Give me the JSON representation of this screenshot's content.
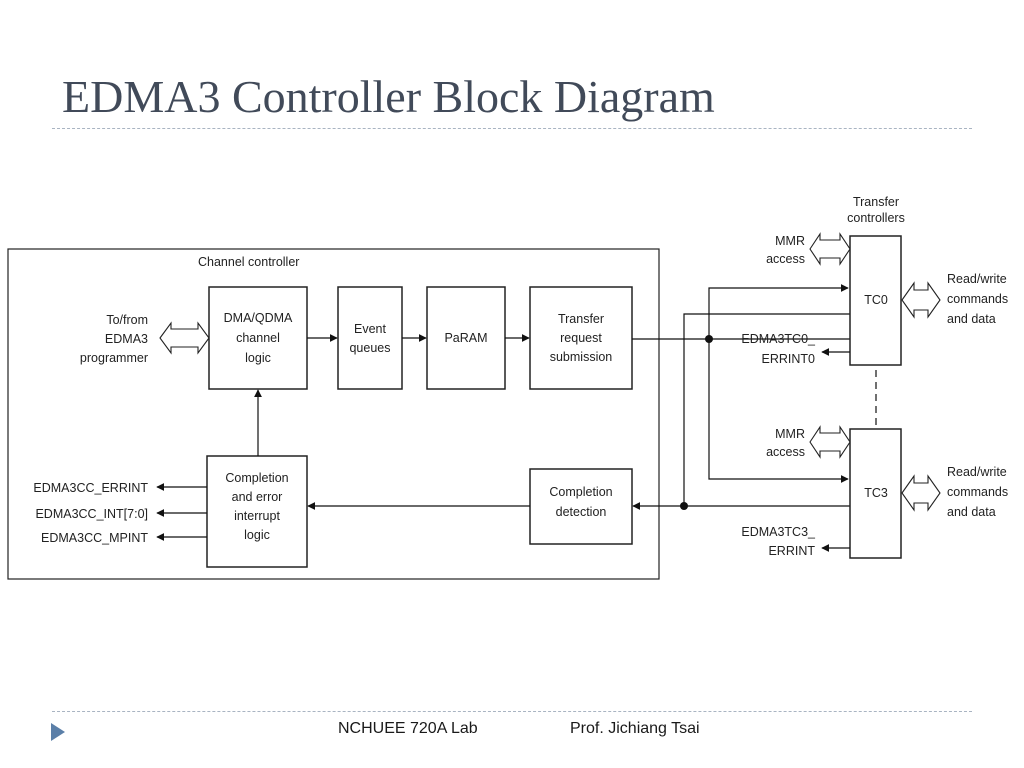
{
  "title": "EDMA3 Controller Block Diagram",
  "diagram": {
    "channel_controller_label": "Channel controller",
    "programmer_label": [
      "To/from",
      "EDMA3",
      "programmer"
    ],
    "blocks": {
      "dma": [
        "DMA/QDMA",
        "channel",
        "logic"
      ],
      "event": [
        "Event",
        "queues"
      ],
      "param": [
        "PaRAM"
      ],
      "tr": [
        "Transfer",
        "request",
        "submission"
      ],
      "completion_error": [
        "Completion",
        "and error",
        "interrupt",
        "logic"
      ],
      "completion_detection": [
        "Completion",
        "detection"
      ],
      "tc0": [
        "TC0"
      ],
      "tc3": [
        "TC3"
      ]
    },
    "transfer_controllers_label": [
      "Transfer",
      "controllers"
    ],
    "mmr_access_label": [
      "MMR",
      "access"
    ],
    "read_write_label": [
      "Read/write",
      "commands",
      "and data"
    ],
    "tc0_errint": [
      "EDMA3TC0_",
      "ERRINT0"
    ],
    "tc3_errint": [
      "EDMA3TC3_",
      "ERRINT"
    ],
    "cc_outputs": [
      "EDMA3CC_ERRINT",
      "EDMA3CC_INT[7:0]",
      "EDMA3CC_MPINT"
    ]
  },
  "footer": {
    "lab": "NCHUEE 720A Lab",
    "prof": "Prof. Jichiang Tsai"
  },
  "colors": {
    "title": "#414a59",
    "footer_arrow": "#5b7fa8"
  }
}
